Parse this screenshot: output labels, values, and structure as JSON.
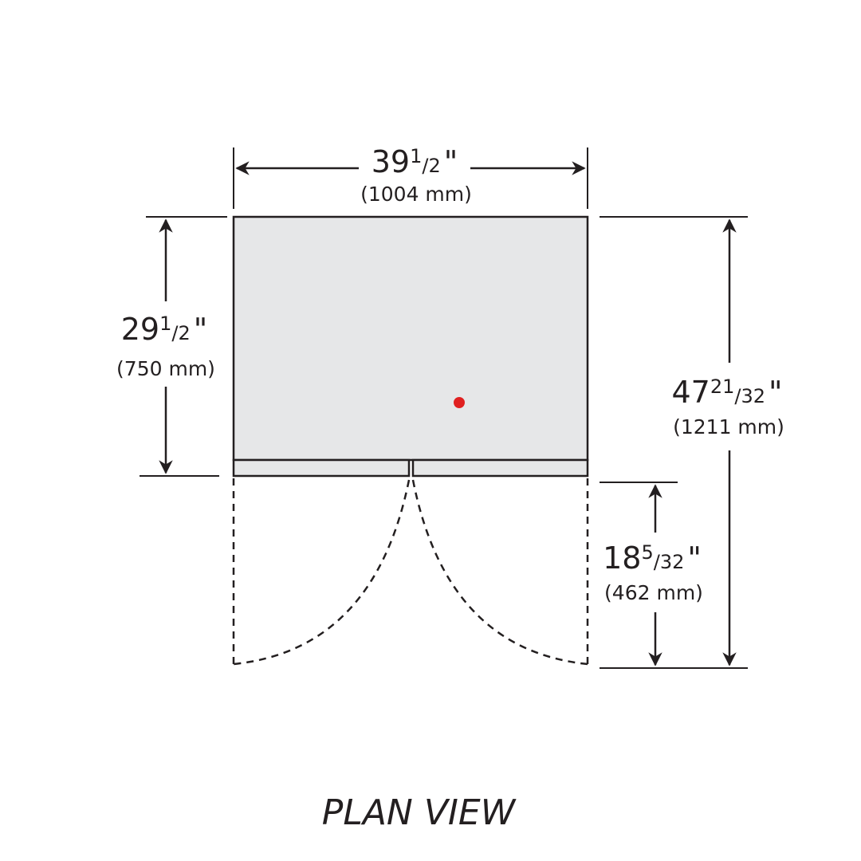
{
  "dimensions": {
    "width": {
      "whole": "39",
      "num": "1",
      "den": "/2",
      "unit": "\"",
      "metric": "(1004 mm)"
    },
    "depth": {
      "whole": "29",
      "num": "1",
      "den": "/2",
      "unit": "\"",
      "metric": "(750 mm)"
    },
    "depth_doors_open": {
      "whole": "47",
      "num": "21",
      "den": "/32",
      "unit": "\"",
      "metric": "(1211 mm)"
    },
    "door_swing": {
      "whole": "18",
      "num": "5",
      "den": "/32",
      "unit": "\"",
      "metric": "(462 mm)"
    }
  },
  "title": "PLAN VIEW",
  "colors": {
    "cabinet": "#e6e7e8",
    "marker": "#e02020",
    "line": "#231f20"
  }
}
